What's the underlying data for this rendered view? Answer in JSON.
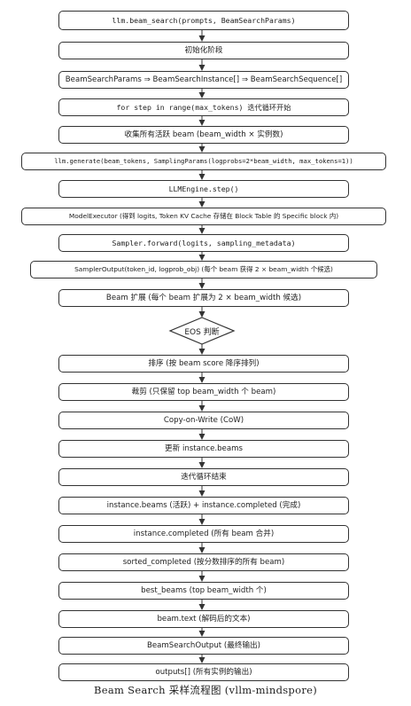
{
  "nodes": [
    {
      "id": "n1",
      "text": "llm.beam_search(prompts, BeamSearchParams)"
    },
    {
      "id": "n2",
      "text": "初始化阶段"
    },
    {
      "id": "n3",
      "text": "BeamSearchParams ⇒ BeamSearchInstance[] ⇒ BeamSearchSequence[]"
    },
    {
      "id": "n4",
      "text": "for step in range(max_tokens)  迭代循环开始"
    },
    {
      "id": "n5",
      "text": "收集所有活跃 beam (beam_width × 实例数)"
    },
    {
      "id": "n6",
      "text": "llm.generate(beam_tokens, SamplingParams(logprobs=2*beam_width, max_tokens=1))"
    },
    {
      "id": "n7",
      "text": "LLMEngine.step()"
    },
    {
      "id": "n8",
      "text": "ModelExecutor (得到 logits, Token KV Cache 存储在 Block Table 的 Specific block 内)"
    },
    {
      "id": "n9",
      "text": "Sampler.forward(logits, sampling_metadata)"
    },
    {
      "id": "n10",
      "text": "SamplerOutput(token_id, logprob_obj) (每个 beam 获得 2 × beam_width 个候选)"
    },
    {
      "id": "n11",
      "text": "Beam 扩展 (每个 beam 扩展为 2 × beam_width 候选)"
    },
    {
      "id": "n12",
      "text": "EOS 判断"
    },
    {
      "id": "n13",
      "text": "排序 (按 beam score 降序排列)"
    },
    {
      "id": "n14",
      "text": "裁剪 (只保留 top beam_width 个 beam)"
    },
    {
      "id": "n15",
      "text": "Copy-on-Write (CoW)"
    },
    {
      "id": "n16",
      "text": "更新 instance.beams"
    },
    {
      "id": "n17",
      "text": "迭代循环结束"
    },
    {
      "id": "n18",
      "text": "instance.beams (活跃) + instance.completed (完成)"
    },
    {
      "id": "n19",
      "text": "instance.completed (所有 beam 合并)"
    },
    {
      "id": "n20",
      "text": "sorted_completed (按分数排序的所有 beam)"
    },
    {
      "id": "n21",
      "text": "best_beams (top beam_width 个)"
    },
    {
      "id": "n22",
      "text": "beam.text (解码后的文本)"
    },
    {
      "id": "n23",
      "text": "BeamSearchOutput (最终输出)"
    },
    {
      "id": "n24",
      "text": "outputs[] (所有实例的输出)"
    }
  ],
  "caption": "Beam Search 采样流程图 (vllm-mindspore)",
  "colors": {
    "stroke": "#333333",
    "fill": "#ffffff",
    "text": "#222222"
  }
}
